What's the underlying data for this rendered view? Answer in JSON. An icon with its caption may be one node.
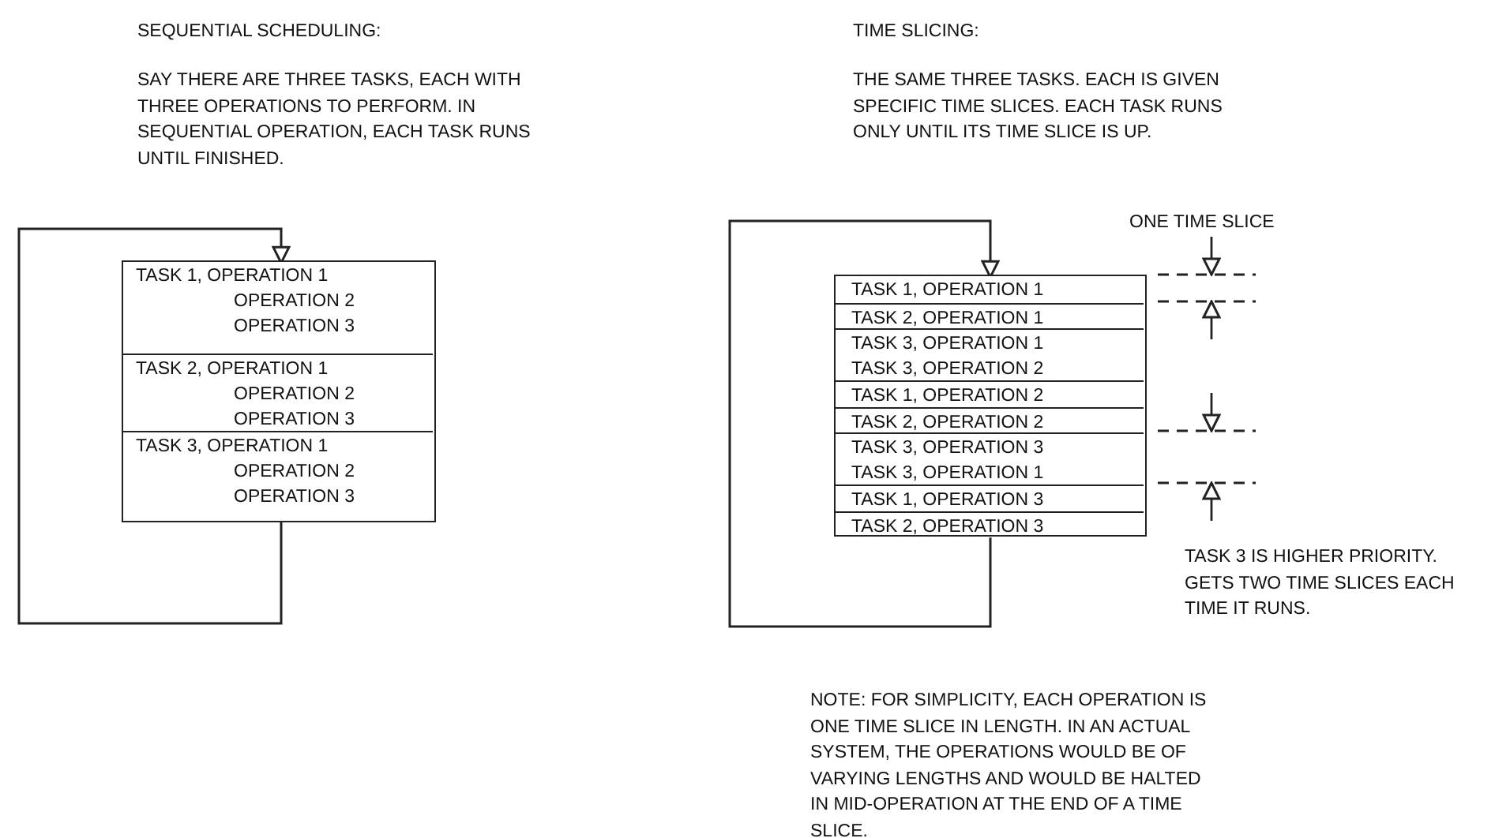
{
  "diagram": {
    "nodes": [
      {
        "text": [],
        "shape": "box"
      },
      {
        "text": [
          "TASK 1, OPERATION 1",
          "OPERATION 2",
          "OPERATION 3"
        ],
        "in": 0
      },
      {
        "text": [
          "TASK 2, OPERATION 1",
          "OPERATION 2",
          "OPERATION 3"
        ],
        "in": 0
      },
      {
        "text": [
          "TASK 3, OPERATION 1",
          "OPERATION 2",
          "OPERATION 3"
        ],
        "in": 0
      },
      {
        "text": [],
        "shape": "box"
      },
      {
        "text": [
          "TASK 1, OPERATION 1"
        ],
        "in": 4
      },
      {
        "text": [
          "TASK 2, OPERATION 1"
        ],
        "in": 4
      },
      {
        "text": [
          "TASK 3, OPERATION 1",
          "TASK 3, OPERATION 2"
        ],
        "in": 4
      },
      {
        "text": [
          "TASK 1, OPERATION 2"
        ],
        "in": 4
      },
      {
        "text": [
          "TASK 2, OPERATION 2"
        ],
        "in": 4
      },
      {
        "text": [
          "TASK 3, OPERATION 3",
          "TASK 3, OPERATION 1"
        ],
        "in": 4
      },
      {
        "text": [
          "TASK 1, OPERATION 3"
        ],
        "in": 4
      },
      {
        "text": [
          "TASK 2, OPERATION 3"
        ],
        "in": 4
      }
    ],
    "edges": [
      {
        "from": 3,
        "to": 1,
        "arrow": "to"
      },
      {
        "from": 12,
        "to": 5,
        "arrow": "to"
      }
    ],
    "labels": [
      "SEQUENTIAL SCHEDULING:",
      "TIME SLICING:",
      "SAY THERE ARE THREE TASKS, EACH WITH THREE OPERATIONS TO PERFORM. IN SEQUENTIAL OPERATION, EACH TASK RUNS UNTIL FINISHED.",
      "THE SAME THREE TASKS. EACH IS GIVEN SPECIFIC TIME SLICES. EACH TASK RUNS ONLY UNTIL ITS TIME SLICE IS UP.",
      "ONE TIME SLICE",
      "TASK 3 IS HIGHER PRIORITY. GETS TWO TIME SLICES EACH TIME IT RUNS.",
      "NOTE: FOR SIMPLICITY, EACH OPERATION IS ONE TIME SLICE IN LENGTH. IN AN ACTUAL SYSTEM, THE OPERATIONS WOULD BE OF VARYING LENGTHS AND WOULD BE HALTED IN MID-OPERATION AT THE END OF A TIME SLICE."
    ]
  }
}
